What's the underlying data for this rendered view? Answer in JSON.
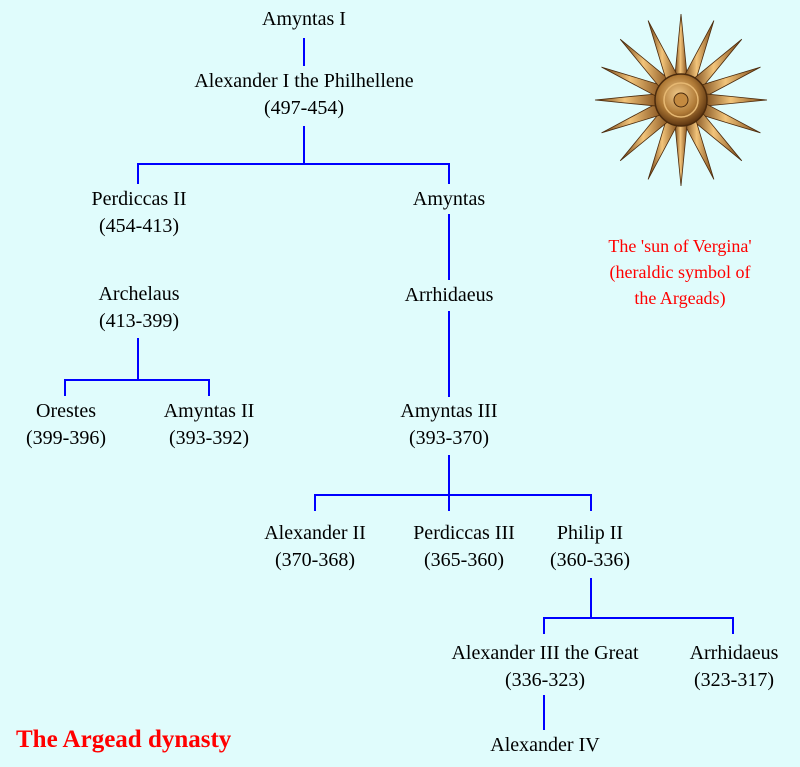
{
  "title": "The Argead dynasty",
  "caption": {
    "line1": "The 'sun of Vergina'",
    "line2": "(heraldic symbol of",
    "line3": "the Argeads)"
  },
  "colors": {
    "background": "#e0fcfc",
    "connector": "#0000ff",
    "caption": "#ff0000",
    "title": "#ff0000",
    "sun": "#c8862a"
  },
  "icons": {
    "emblem": "vergina-sun-icon"
  },
  "nodes": {
    "amyntas_i": {
      "name": "Amyntas I"
    },
    "alexander_i": {
      "name": "Alexander I the Philhellene",
      "years": "(497-454)"
    },
    "perdiccas_ii": {
      "name": "Perdiccas II",
      "years": "(454-413)"
    },
    "amyntas": {
      "name": "Amyntas"
    },
    "archelaus": {
      "name": "Archelaus",
      "years": "(413-399)"
    },
    "arrhidaeus_1": {
      "name": "Arrhidaeus"
    },
    "orestes": {
      "name": "Orestes",
      "years": "(399-396)"
    },
    "amyntas_ii": {
      "name": "Amyntas II",
      "years": "(393-392)"
    },
    "amyntas_iii": {
      "name": "Amyntas III",
      "years": "(393-370)"
    },
    "alexander_ii": {
      "name": "Alexander II",
      "years": "(370-368)"
    },
    "perdiccas_iii": {
      "name": "Perdiccas III",
      "years": "(365-360)"
    },
    "philip_ii": {
      "name": "Philip II",
      "years": "(360-336)"
    },
    "alexander_iii": {
      "name": "Alexander III the Great",
      "years": "(336-323)"
    },
    "arrhidaeus_2": {
      "name": "Arrhidaeus",
      "years": "(323-317)"
    },
    "alexander_iv": {
      "name": "Alexander IV"
    }
  }
}
